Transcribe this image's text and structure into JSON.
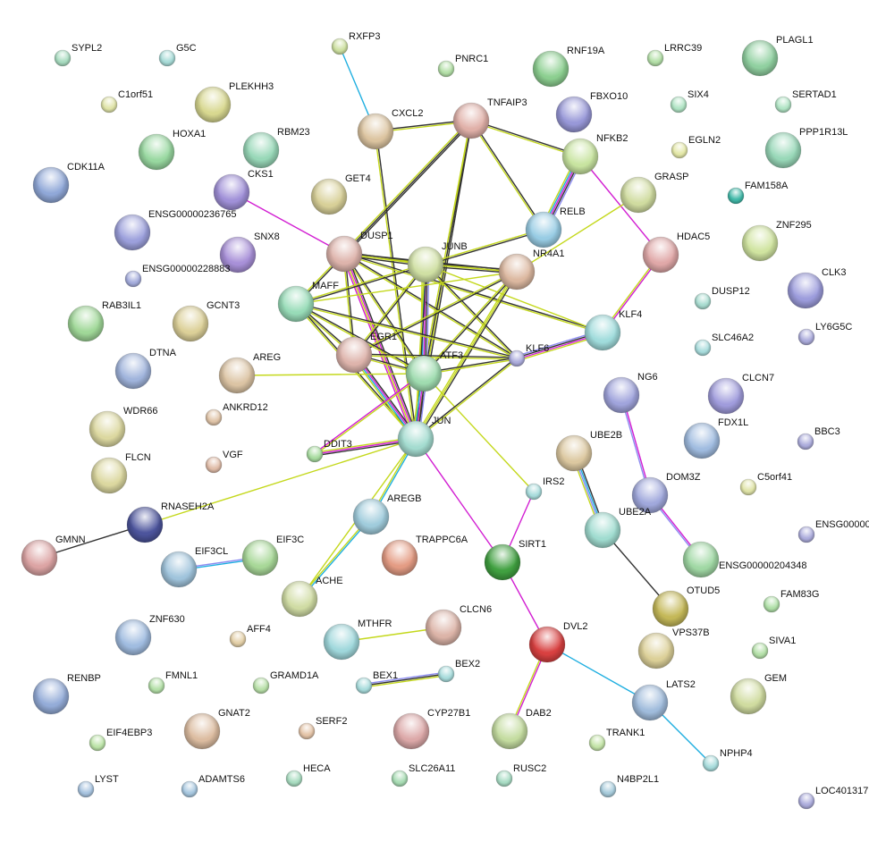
{
  "evidence_colors": {
    "k": "#333333",
    "y": "#c4d81c",
    "m": "#d21ed2",
    "c": "#1eaee0",
    "b": "#8c8cf0"
  },
  "nodes": [
    {
      "id": "SYPL2",
      "label": "SYPL2",
      "color": "#a8dcc0",
      "size": "small"
    },
    {
      "id": "G5C",
      "label": "G5C",
      "color": "#a8dcd8",
      "size": "small"
    },
    {
      "id": "RXFP3",
      "label": "RXFP3",
      "color": "#cde0a0",
      "size": "small"
    },
    {
      "id": "PNRC1",
      "label": "PNRC1",
      "color": "#b4e0a8",
      "size": "small"
    },
    {
      "id": "RNF19A",
      "label": "RNF19A",
      "color": "#8ccf90",
      "size": "large"
    },
    {
      "id": "LRRC39",
      "label": "LRRC39",
      "color": "#b4e0a8",
      "size": "small"
    },
    {
      "id": "PLAGL1",
      "label": "PLAGL1",
      "color": "#90d0a0",
      "size": "large"
    },
    {
      "id": "C1orf51",
      "label": "C1orf51",
      "color": "#e0e4a8",
      "size": "small"
    },
    {
      "id": "PLEKHH3",
      "label": "PLEKHH3",
      "color": "#d8d890",
      "size": "large"
    },
    {
      "id": "CXCL2",
      "label": "CXCL2",
      "color": "#dcc4a0",
      "size": "large"
    },
    {
      "id": "TNFAIP3",
      "label": "TNFAIP3",
      "color": "#e0b0a8",
      "size": "large"
    },
    {
      "id": "FBXO10",
      "label": "FBXO10",
      "color": "#9898d8",
      "size": "large"
    },
    {
      "id": "SIX4",
      "label": "SIX4",
      "color": "#b0e4c4",
      "size": "small"
    },
    {
      "id": "SERTAD1",
      "label": "SERTAD1",
      "color": "#b0e4c4",
      "size": "small"
    },
    {
      "id": "HOXA1",
      "label": "HOXA1",
      "color": "#98d8a0",
      "size": "large"
    },
    {
      "id": "RBM23",
      "label": "RBM23",
      "color": "#98d8b8",
      "size": "large"
    },
    {
      "id": "NFKB2",
      "label": "NFKB2",
      "color": "#c8e4a0",
      "size": "large"
    },
    {
      "id": "EGLN2",
      "label": "EGLN2",
      "color": "#e4e8a8",
      "size": "small"
    },
    {
      "id": "PPP1R13L",
      "label": "PPP1R13L",
      "color": "#98d8b8",
      "size": "large"
    },
    {
      "id": "CDK11A",
      "label": "CDK11A",
      "color": "#90a8d8",
      "size": "large"
    },
    {
      "id": "CKS1",
      "label": "CKS1",
      "color": "#a090d8",
      "size": "large"
    },
    {
      "id": "GET4",
      "label": "GET4",
      "color": "#d8d098",
      "size": "large"
    },
    {
      "id": "GRASP",
      "label": "GRASP",
      "color": "#d0dca0",
      "size": "large"
    },
    {
      "id": "FAM158A",
      "label": "FAM158A",
      "color": "#40b8a8",
      "size": "small"
    },
    {
      "id": "ENSG00000236765",
      "label": "ENSG00000236765",
      "color": "#9ca0dc",
      "size": "large"
    },
    {
      "id": "RELB",
      "label": "RELB",
      "color": "#98cce4",
      "size": "large"
    },
    {
      "id": "ZNF295",
      "label": "ZNF295",
      "color": "#d0e4a0",
      "size": "large"
    },
    {
      "id": "SNX8",
      "label": "SNX8",
      "color": "#a890d8",
      "size": "large"
    },
    {
      "id": "DUSP1",
      "label": "DUSP1",
      "color": "#deb4ac",
      "size": "large"
    },
    {
      "id": "JUNB",
      "label": "JUNB",
      "color": "#d0e0a4",
      "size": "large"
    },
    {
      "id": "NR4A1",
      "label": "NR4A1",
      "color": "#dcb8a0",
      "size": "large"
    },
    {
      "id": "HDAC5",
      "label": "HDAC5",
      "color": "#e0a8a8",
      "size": "large"
    },
    {
      "id": "ENSG00000228883",
      "label": "ENSG00000228883",
      "color": "#a4acdc",
      "size": "small"
    },
    {
      "id": "MAFF",
      "label": "MAFF",
      "color": "#98dcb8",
      "size": "large"
    },
    {
      "id": "CLK3",
      "label": "CLK3",
      "color": "#9c9cdc",
      "size": "large"
    },
    {
      "id": "RAB3IL1",
      "label": "RAB3IL1",
      "color": "#a0d898",
      "size": "large"
    },
    {
      "id": "GCNT3",
      "label": "GCNT3",
      "color": "#dcd098",
      "size": "large"
    },
    {
      "id": "DUSP12",
      "label": "DUSP12",
      "color": "#a8dcd0",
      "size": "small"
    },
    {
      "id": "KLF4",
      "label": "KLF4",
      "color": "#a0dcdc",
      "size": "large"
    },
    {
      "id": "LY6G5C",
      "label": "LY6G5C",
      "color": "#acacdc",
      "size": "small"
    },
    {
      "id": "EGR1",
      "label": "EGR1",
      "color": "#deb4ac",
      "size": "large"
    },
    {
      "id": "KLF6",
      "label": "KLF6",
      "color": "#acacdc",
      "size": "small"
    },
    {
      "id": "SLC46A2",
      "label": "SLC46A2",
      "color": "#a8dcdc",
      "size": "small"
    },
    {
      "id": "DTNA",
      "label": "DTNA",
      "color": "#a0b4dc",
      "size": "large"
    },
    {
      "id": "AREG",
      "label": "AREG",
      "color": "#dcc4a4",
      "size": "large"
    },
    {
      "id": "ATF3",
      "label": "ATF3",
      "color": "#a0dcb0",
      "size": "large"
    },
    {
      "id": "NG6",
      "label": "NG6",
      "color": "#a0a4dc",
      "size": "large"
    },
    {
      "id": "CLCN7",
      "label": "CLCN7",
      "color": "#a09cdc",
      "size": "large"
    },
    {
      "id": "ANKRD12",
      "label": "ANKRD12",
      "color": "#e0c4a8",
      "size": "small"
    },
    {
      "id": "WDR66",
      "label": "WDR66",
      "color": "#dcd8a0",
      "size": "large"
    },
    {
      "id": "JUN",
      "label": "JUN",
      "color": "#a4dcd0",
      "size": "large"
    },
    {
      "id": "FDX1L",
      "label": "FDX1L",
      "color": "#a0bce0",
      "size": "large"
    },
    {
      "id": "BBC3",
      "label": "BBC3",
      "color": "#acacdc",
      "size": "small"
    },
    {
      "id": "DDIT3",
      "label": "DDIT3",
      "color": "#a8dca0",
      "size": "small"
    },
    {
      "id": "VGF",
      "label": "VGF",
      "color": "#e0bca8",
      "size": "small"
    },
    {
      "id": "UBE2B",
      "label": "UBE2B",
      "color": "#dcc8a0",
      "size": "large"
    },
    {
      "id": "FLCN",
      "label": "FLCN",
      "color": "#dcd8a0",
      "size": "large"
    },
    {
      "id": "C5orf41",
      "label": "C5orf41",
      "color": "#e0e4a8",
      "size": "small"
    },
    {
      "id": "IRS2",
      "label": "IRS2",
      "color": "#a8dcdc",
      "size": "small"
    },
    {
      "id": "DOM3Z",
      "label": "DOM3Z",
      "color": "#a0a8dc",
      "size": "large"
    },
    {
      "id": "RNASEH2A",
      "label": "RNASEH2A",
      "color": "#4c549c",
      "size": "large"
    },
    {
      "id": "AREGB",
      "label": "AREGB",
      "color": "#a0ccdc",
      "size": "large"
    },
    {
      "id": "UBE2A",
      "label": "UBE2A",
      "color": "#a0dcd0",
      "size": "large"
    },
    {
      "id": "ENSG00000204348",
      "label": "ENSG00000204348",
      "color": "#a0d8a4",
      "size": "large"
    },
    {
      "id": "ENSG00000",
      "label": "ENSG00000",
      "color": "#acacdc",
      "size": "small"
    },
    {
      "id": "GMNN",
      "label": "GMNN",
      "color": "#dca4a4",
      "size": "large"
    },
    {
      "id": "EIF3CL",
      "label": "EIF3CL",
      "color": "#a0c4dc",
      "size": "large"
    },
    {
      "id": "EIF3C",
      "label": "EIF3C",
      "color": "#a8d898",
      "size": "large"
    },
    {
      "id": "TRAPPC6A",
      "label": "TRAPPC6A",
      "color": "#e49c84",
      "size": "large"
    },
    {
      "id": "SIRT1",
      "label": "SIRT1",
      "color": "#40a040",
      "size": "large"
    },
    {
      "id": "ACHE",
      "label": "ACHE",
      "color": "#d0dca4",
      "size": "large"
    },
    {
      "id": "OTUD5",
      "label": "OTUD5",
      "color": "#c4b858",
      "size": "large"
    },
    {
      "id": "FAM83G",
      "label": "FAM83G",
      "color": "#b0e0a8",
      "size": "small"
    },
    {
      "id": "ZNF630",
      "label": "ZNF630",
      "color": "#a0bce0",
      "size": "large"
    },
    {
      "id": "AFF4",
      "label": "AFF4",
      "color": "#e4d0a8",
      "size": "small"
    },
    {
      "id": "MTHFR",
      "label": "MTHFR",
      "color": "#a0d8dc",
      "size": "large"
    },
    {
      "id": "CLCN6",
      "label": "CLCN6",
      "color": "#dcb4a8",
      "size": "large"
    },
    {
      "id": "DVL2",
      "label": "DVL2",
      "color": "#d84040",
      "size": "large"
    },
    {
      "id": "VPS37B",
      "label": "VPS37B",
      "color": "#dcd098",
      "size": "large"
    },
    {
      "id": "SIVA1",
      "label": "SIVA1",
      "color": "#b4e0a8",
      "size": "small"
    },
    {
      "id": "RENBP",
      "label": "RENBP",
      "color": "#94acd8",
      "size": "large"
    },
    {
      "id": "FMNL1",
      "label": "FMNL1",
      "color": "#b4e0a8",
      "size": "small"
    },
    {
      "id": "GRAMD1A",
      "label": "GRAMD1A",
      "color": "#b8e0a8",
      "size": "small"
    },
    {
      "id": "BEX1",
      "label": "BEX1",
      "color": "#a8dcdc",
      "size": "small"
    },
    {
      "id": "BEX2",
      "label": "BEX2",
      "color": "#a8dcdc",
      "size": "small"
    },
    {
      "id": "LATS2",
      "label": "LATS2",
      "color": "#a0bcdc",
      "size": "large"
    },
    {
      "id": "GEM",
      "label": "GEM",
      "color": "#d0dca0",
      "size": "large"
    },
    {
      "id": "EIF4EBP3",
      "label": "EIF4EBP3",
      "color": "#bce4a8",
      "size": "small"
    },
    {
      "id": "GNAT2",
      "label": "GNAT2",
      "color": "#dcbca0",
      "size": "large"
    },
    {
      "id": "SERF2",
      "label": "SERF2",
      "color": "#e4c4a8",
      "size": "small"
    },
    {
      "id": "CYP27B1",
      "label": "CYP27B1",
      "color": "#dca8a8",
      "size": "large"
    },
    {
      "id": "DAB2",
      "label": "DAB2",
      "color": "#c4dca0",
      "size": "large"
    },
    {
      "id": "TRANK1",
      "label": "TRANK1",
      "color": "#c4e4a8",
      "size": "small"
    },
    {
      "id": "NPHP4",
      "label": "NPHP4",
      "color": "#a8dcdc",
      "size": "small"
    },
    {
      "id": "LYST",
      "label": "LYST",
      "color": "#a8c4e0",
      "size": "small"
    },
    {
      "id": "ADAMTS6",
      "label": "ADAMTS6",
      "color": "#a8c8e0",
      "size": "small"
    },
    {
      "id": "HECA",
      "label": "HECA",
      "color": "#a8dcc0",
      "size": "small"
    },
    {
      "id": "SLC26A11",
      "label": "SLC26A11",
      "color": "#a8dcb4",
      "size": "small"
    },
    {
      "id": "RUSC2",
      "label": "RUSC2",
      "color": "#a8dcc4",
      "size": "small"
    },
    {
      "id": "N4BP2L1",
      "label": "N4BP2L1",
      "color": "#a8ccdc",
      "size": "small"
    },
    {
      "id": "LOC401317",
      "label": "LOC401317",
      "color": "#acacdc",
      "size": "small"
    }
  ],
  "edges": [
    {
      "s": "RXFP3",
      "t": "CXCL2",
      "ev": "c"
    },
    {
      "s": "CXCL2",
      "t": "TNFAIP3",
      "ev": "ky"
    },
    {
      "s": "CXCL2",
      "t": "JUN",
      "ev": "ky"
    },
    {
      "s": "TNFAIP3",
      "t": "NFKB2",
      "ev": "ky"
    },
    {
      "s": "TNFAIP3",
      "t": "RELB",
      "ev": "ky"
    },
    {
      "s": "TNFAIP3",
      "t": "DUSP1",
      "ev": "kky"
    },
    {
      "s": "TNFAIP3",
      "t": "JUN",
      "ev": "ky"
    },
    {
      "s": "TNFAIP3",
      "t": "ATF3",
      "ev": "ky"
    },
    {
      "s": "NFKB2",
      "t": "RELB",
      "ev": "bkmcy"
    },
    {
      "s": "NFKB2",
      "t": "HDAC5",
      "ev": "m"
    },
    {
      "s": "RELB",
      "t": "JUNB",
      "ev": "ky"
    },
    {
      "s": "GRASP",
      "t": "NR4A1",
      "ev": "y"
    },
    {
      "s": "HDAC5",
      "t": "KLF4",
      "ev": "my"
    },
    {
      "s": "CKS1",
      "t": "DUSP1",
      "ev": "m"
    },
    {
      "s": "DUSP1",
      "t": "JUNB",
      "ev": "kyk"
    },
    {
      "s": "DUSP1",
      "t": "NR4A1",
      "ev": "ky"
    },
    {
      "s": "DUSP1",
      "t": "MAFF",
      "ev": "ky"
    },
    {
      "s": "DUSP1",
      "t": "EGR1",
      "ev": "ky"
    },
    {
      "s": "DUSP1",
      "t": "ATF3",
      "ev": "ky"
    },
    {
      "s": "DUSP1",
      "t": "JUN",
      "ev": "kmym"
    },
    {
      "s": "DUSP1",
      "t": "KLF6",
      "ev": "ky"
    },
    {
      "s": "DUSP1",
      "t": "KLF4",
      "ev": "ky"
    },
    {
      "s": "JUNB",
      "t": "NR4A1",
      "ev": "kyk"
    },
    {
      "s": "JUNB",
      "t": "MAFF",
      "ev": "ky"
    },
    {
      "s": "JUNB",
      "t": "EGR1",
      "ev": "ky"
    },
    {
      "s": "JUNB",
      "t": "ATF3",
      "ev": "bkmcy"
    },
    {
      "s": "JUNB",
      "t": "JUN",
      "ev": "ky"
    },
    {
      "s": "JUNB",
      "t": "KLF6",
      "ev": "ky"
    },
    {
      "s": "JUNB",
      "t": "KLF4",
      "ev": "y"
    },
    {
      "s": "NR4A1",
      "t": "EGR1",
      "ev": "ky"
    },
    {
      "s": "NR4A1",
      "t": "ATF3",
      "ev": "ky"
    },
    {
      "s": "NR4A1",
      "t": "JUN",
      "ev": "kyy"
    },
    {
      "s": "NR4A1",
      "t": "MAFF",
      "ev": "y"
    },
    {
      "s": "MAFF",
      "t": "EGR1",
      "ev": "ky"
    },
    {
      "s": "MAFF",
      "t": "ATF3",
      "ev": "ky"
    },
    {
      "s": "MAFF",
      "t": "JUN",
      "ev": "ky"
    },
    {
      "s": "MAFF",
      "t": "KLF6",
      "ev": "ky"
    },
    {
      "s": "EGR1",
      "t": "ATF3",
      "ev": "ky"
    },
    {
      "s": "EGR1",
      "t": "JUN",
      "ev": "kmcy"
    },
    {
      "s": "EGR1",
      "t": "KLF6",
      "ev": "ky"
    },
    {
      "s": "ATF3",
      "t": "JUN",
      "ev": "bkmcy"
    },
    {
      "s": "ATF3",
      "t": "KLF6",
      "ev": "ky"
    },
    {
      "s": "ATF3",
      "t": "AREG",
      "ev": "y"
    },
    {
      "s": "ATF3",
      "t": "IRS2",
      "ev": "y"
    },
    {
      "s": "ATF3",
      "t": "DDIT3",
      "ev": "ym"
    },
    {
      "s": "KLF6",
      "t": "KLF4",
      "ev": "bkmy"
    },
    {
      "s": "JUN",
      "t": "KLF6",
      "ev": "ky"
    },
    {
      "s": "JUN",
      "t": "DDIT3",
      "ev": "kmy"
    },
    {
      "s": "JUN",
      "t": "RNASEH2A",
      "ev": "y"
    },
    {
      "s": "JUN",
      "t": "AREGB",
      "ev": "cy"
    },
    {
      "s": "JUN",
      "t": "ACHE",
      "ev": "y"
    },
    {
      "s": "JUN",
      "t": "SIRT1",
      "ev": "m"
    },
    {
      "s": "AREGB",
      "t": "ACHE",
      "ev": "cy"
    },
    {
      "s": "RNASEH2A",
      "t": "GMNN",
      "ev": "k"
    },
    {
      "s": "EIF3CL",
      "t": "EIF3C",
      "ev": "bc"
    },
    {
      "s": "IRS2",
      "t": "SIRT1",
      "ev": "m"
    },
    {
      "s": "SIRT1",
      "t": "DVL2",
      "ev": "m"
    },
    {
      "s": "DVL2",
      "t": "DAB2",
      "ev": "my"
    },
    {
      "s": "DVL2",
      "t": "LATS2",
      "ev": "c"
    },
    {
      "s": "LATS2",
      "t": "NPHP4",
      "ev": "c"
    },
    {
      "s": "MTHFR",
      "t": "CLCN6",
      "ev": "y"
    },
    {
      "s": "BEX1",
      "t": "BEX2",
      "ev": "bky"
    },
    {
      "s": "UBE2B",
      "t": "UBE2A",
      "ev": "kcby"
    },
    {
      "s": "UBE2A",
      "t": "OTUD5",
      "ev": "k"
    },
    {
      "s": "NG6",
      "t": "DOM3Z",
      "ev": "mb"
    },
    {
      "s": "DOM3Z",
      "t": "ENSG00000204348",
      "ev": "mb"
    }
  ]
}
